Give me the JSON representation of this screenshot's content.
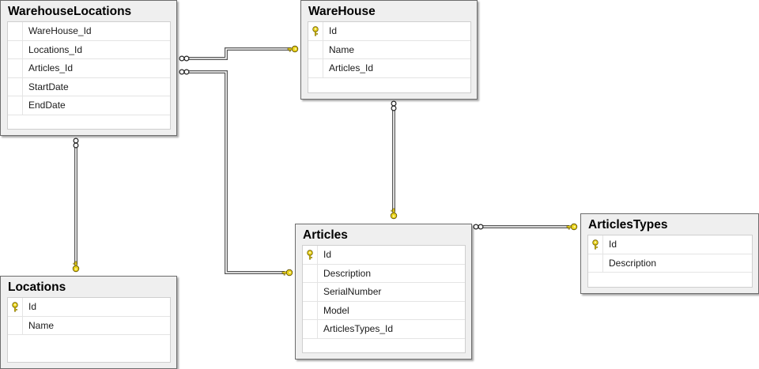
{
  "tables": [
    {
      "id": "warehouse-locations",
      "title": "WarehouseLocations",
      "columns": [
        {
          "name": "WareHouse_Id",
          "pk": false
        },
        {
          "name": "Locations_Id",
          "pk": false
        },
        {
          "name": "Articles_Id",
          "pk": false
        },
        {
          "name": "StartDate",
          "pk": false
        },
        {
          "name": "EndDate",
          "pk": false
        }
      ]
    },
    {
      "id": "warehouse",
      "title": "WareHouse",
      "columns": [
        {
          "name": "Id",
          "pk": true
        },
        {
          "name": "Name",
          "pk": false
        },
        {
          "name": "Articles_Id",
          "pk": false
        }
      ]
    },
    {
      "id": "locations",
      "title": "Locations",
      "columns": [
        {
          "name": "Id",
          "pk": true
        },
        {
          "name": "Name",
          "pk": false
        }
      ]
    },
    {
      "id": "articles",
      "title": "Articles",
      "columns": [
        {
          "name": "Id",
          "pk": true
        },
        {
          "name": "Description",
          "pk": false
        },
        {
          "name": "SerialNumber",
          "pk": false
        },
        {
          "name": "Model",
          "pk": false
        },
        {
          "name": "ArticlesTypes_Id",
          "pk": false
        }
      ]
    },
    {
      "id": "articles-types",
      "title": "ArticlesTypes",
      "columns": [
        {
          "name": "Id",
          "pk": true
        },
        {
          "name": "Description",
          "pk": false
        }
      ]
    }
  ],
  "relationships": [
    {
      "from": "warehouse-locations",
      "to": "warehouse",
      "many_end": "warehouse-locations",
      "one_end": "warehouse"
    },
    {
      "from": "warehouse-locations",
      "to": "articles",
      "many_end": "warehouse-locations",
      "one_end": "articles"
    },
    {
      "from": "warehouse-locations",
      "to": "locations",
      "many_end": "warehouse-locations",
      "one_end": "locations"
    },
    {
      "from": "warehouse",
      "to": "articles",
      "many_end": "warehouse",
      "one_end": "articles"
    },
    {
      "from": "articles",
      "to": "articles-types",
      "many_end": "articles",
      "one_end": "articles-types"
    }
  ],
  "colors": {
    "key": "#e8d21c",
    "line": "#555555"
  },
  "icons": {
    "primary_key": "key-icon",
    "many_end": "infinity-icon",
    "one_end": "key-icon"
  }
}
